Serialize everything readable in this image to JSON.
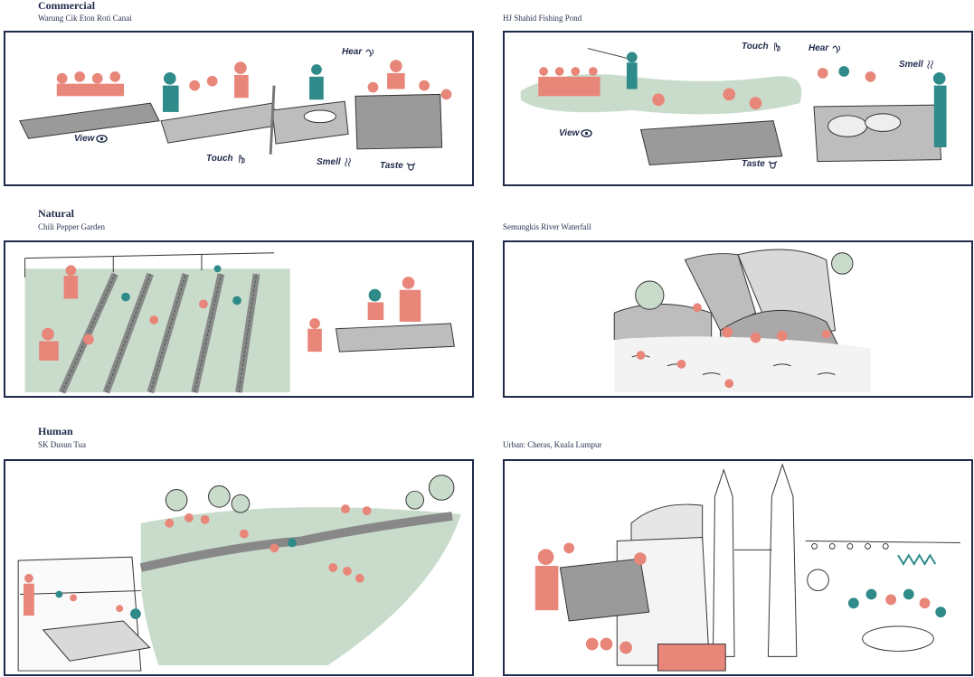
{
  "sections": {
    "commercial": {
      "heading": "Commercial",
      "left_caption": "Warung Cik Eton Roti Canai",
      "right_caption": "HJ Shahid Fishing Pond"
    },
    "natural": {
      "heading": "Natural",
      "left_caption": "Chili Pepper Garden",
      "right_caption": "Semungkis River Waterfall"
    },
    "human": {
      "heading": "Human",
      "left_caption": "SK Dusun Tua",
      "right_caption": "Urban: Cheras, Kuala Lumpur"
    }
  },
  "senses": {
    "view": "View",
    "touch": "Touch",
    "hear": "Hear",
    "smell": "Smell",
    "taste": "Taste"
  },
  "colors": {
    "navy": "#1f2a4a",
    "coral": "#e8867a",
    "teal": "#2f8a8a",
    "sage": "#c9dccb",
    "grey": "#9a9a9a"
  }
}
